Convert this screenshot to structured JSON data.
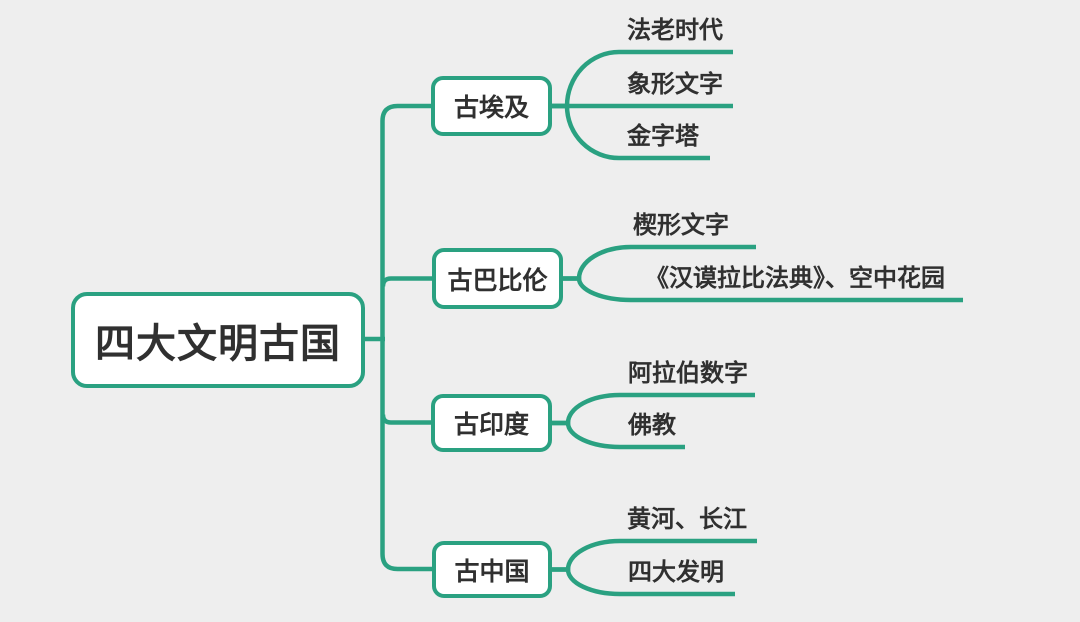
{
  "theme": {
    "accent": "#2aa181",
    "background": "#eeeeee",
    "text": "#303030",
    "node_fill": "#ffffff"
  },
  "mindmap": {
    "root": {
      "label": "四大文明古国"
    },
    "branches": [
      {
        "label": "古埃及",
        "children": [
          {
            "label": "法老时代"
          },
          {
            "label": "象形文字"
          },
          {
            "label": "金字塔"
          }
        ]
      },
      {
        "label": "古巴比伦",
        "children": [
          {
            "label": "楔形文字"
          },
          {
            "label": "《汉谟拉比法典》、空中花园"
          }
        ]
      },
      {
        "label": "古印度",
        "children": [
          {
            "label": "阿拉伯数字"
          },
          {
            "label": "佛教"
          }
        ]
      },
      {
        "label": "古中国",
        "children": [
          {
            "label": "黄河、长江"
          },
          {
            "label": "四大发明"
          }
        ]
      }
    ]
  }
}
